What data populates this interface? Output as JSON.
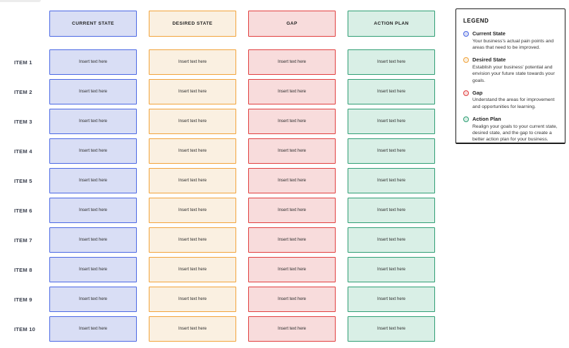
{
  "page": {
    "background": "#ffffff"
  },
  "grid": {
    "cell_placeholder": "Insert text here",
    "columns": [
      {
        "id": "current-state",
        "header": "CURRENT STATE",
        "border_color": "#4a67e4",
        "fill_color": "#d9def5"
      },
      {
        "id": "desired-state",
        "header": "DESIRED STATE",
        "border_color": "#f2a33a",
        "fill_color": "#faf0e1"
      },
      {
        "id": "gap",
        "header": "GAP",
        "border_color": "#e13e3e",
        "fill_color": "#f8dcdc"
      },
      {
        "id": "action-plan",
        "header": "ACTION PLAN",
        "border_color": "#2f9e74",
        "fill_color": "#d9efe6"
      }
    ],
    "rows": [
      "ITEM 1",
      "ITEM 2",
      "ITEM 3",
      "ITEM 4",
      "ITEM 5",
      "ITEM 6",
      "ITEM 7",
      "ITEM 8",
      "ITEM 9",
      "ITEM 10"
    ]
  },
  "legend": {
    "title": "LEGEND",
    "entries": [
      {
        "id": "current-state",
        "label": "Current State",
        "description": "Your business's actual pain points and areas that need to be improved.",
        "color": "#4a67e4",
        "fill": "#d9def5"
      },
      {
        "id": "desired-state",
        "label": "Desired State",
        "description": "Establish your business' potential and envision your future state towards your goals.",
        "color": "#f2a33a",
        "fill": "#faf0e1"
      },
      {
        "id": "gap",
        "label": "Gap",
        "description": "Understand the areas for improvement and opportunities for learning.",
        "color": "#e13e3e",
        "fill": "#f8dcdc"
      },
      {
        "id": "action-plan",
        "label": "Action Plan",
        "description": "Realign your goals to your  current state, desired state, and the gap to create a better action plan for your business.",
        "color": "#2f9e74",
        "fill": "#d9efe6"
      }
    ]
  }
}
